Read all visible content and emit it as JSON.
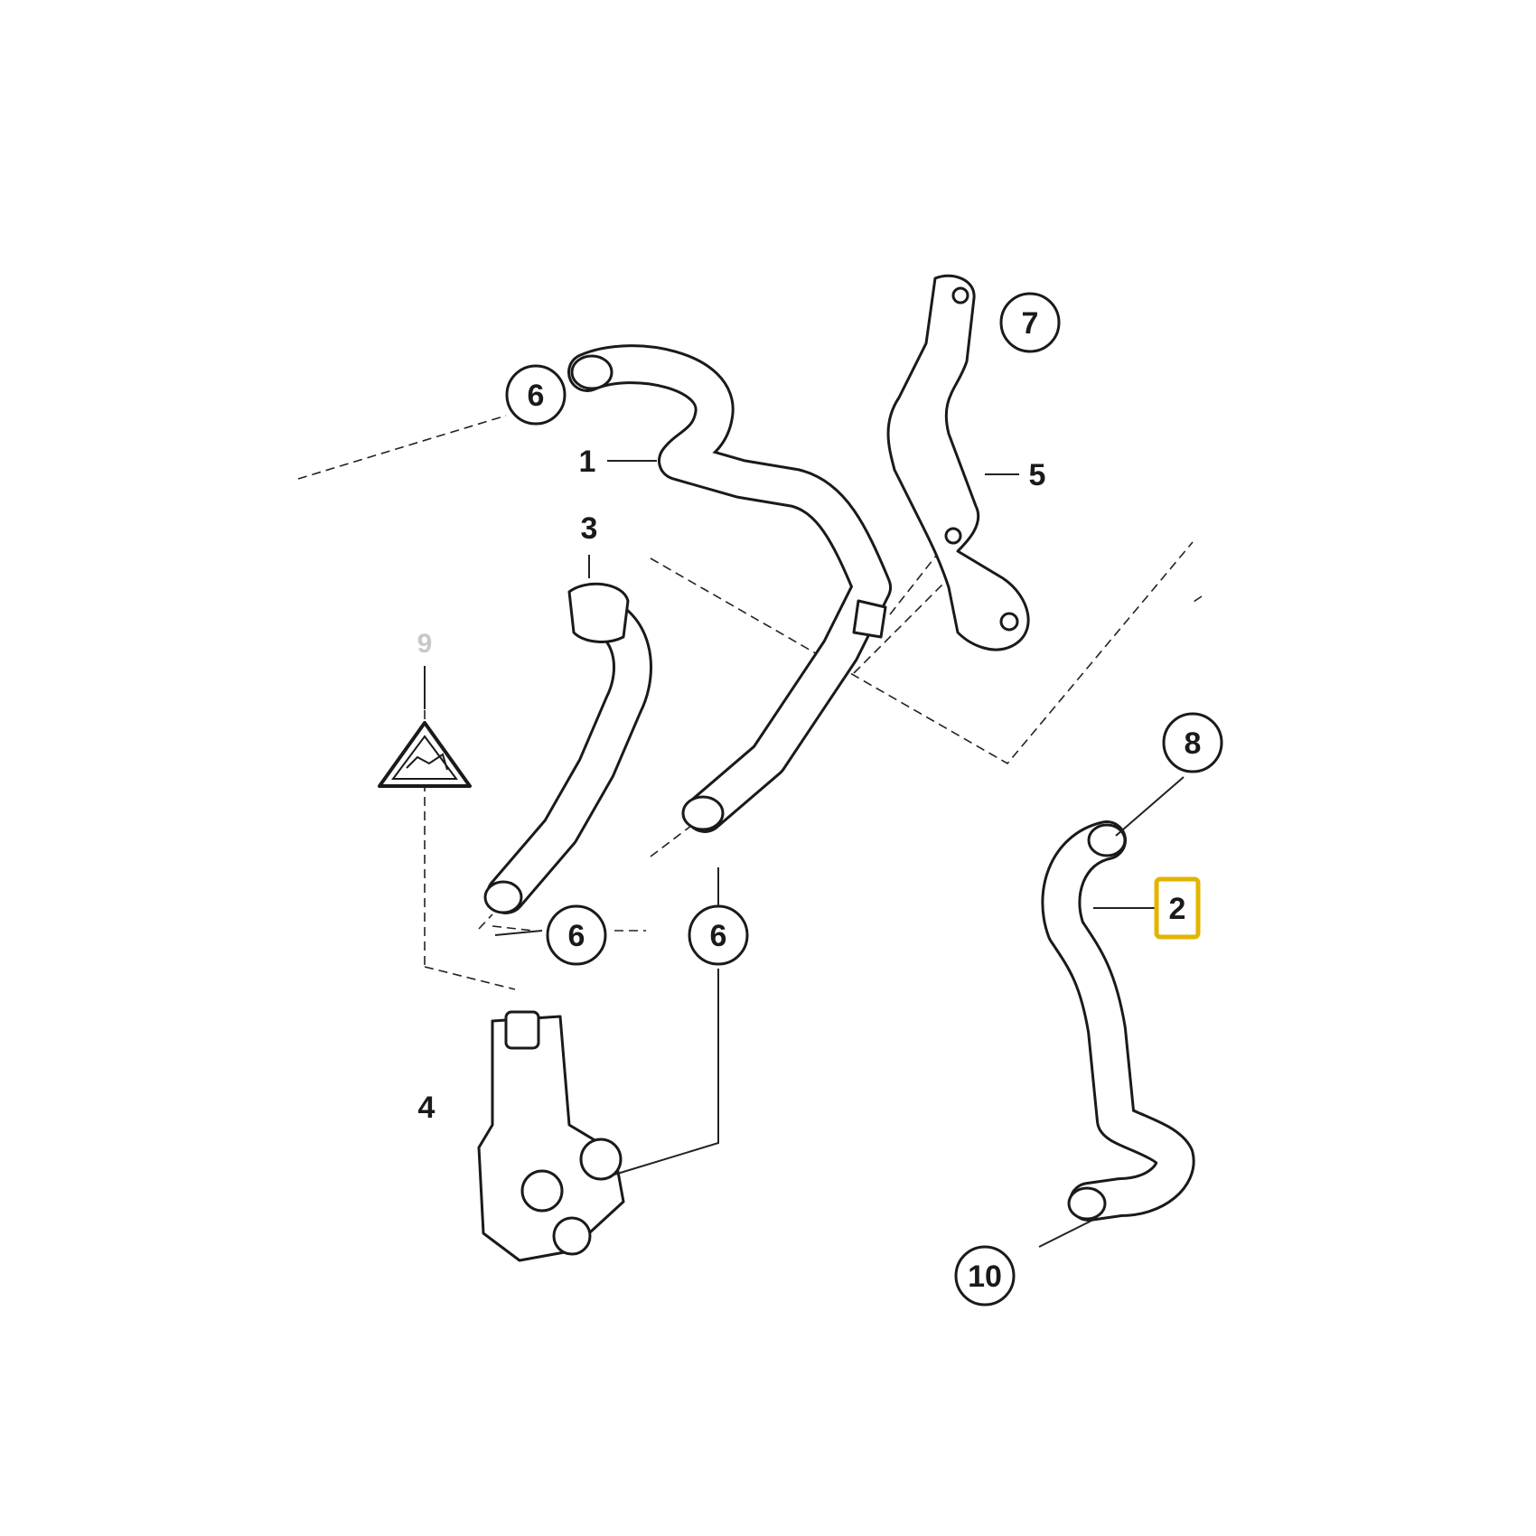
{
  "diagram": {
    "callouts": [
      {
        "id": "c6a",
        "text": "6",
        "style": "circle"
      },
      {
        "id": "c7",
        "text": "7",
        "style": "circle"
      },
      {
        "id": "c1",
        "text": "1",
        "style": "plain"
      },
      {
        "id": "c5",
        "text": "5",
        "style": "plain"
      },
      {
        "id": "c3",
        "text": "3",
        "style": "plain"
      },
      {
        "id": "c9",
        "text": "9",
        "style": "faded"
      },
      {
        "id": "c8",
        "text": "8",
        "style": "circle"
      },
      {
        "id": "c2",
        "text": "2",
        "style": "highlighted"
      },
      {
        "id": "c6b",
        "text": "6",
        "style": "circle"
      },
      {
        "id": "c6c",
        "text": "6",
        "style": "circle"
      },
      {
        "id": "c4",
        "text": "4",
        "style": "plain"
      },
      {
        "id": "c10",
        "text": "10",
        "style": "circle"
      }
    ],
    "highlight_color": "#e2b400"
  }
}
